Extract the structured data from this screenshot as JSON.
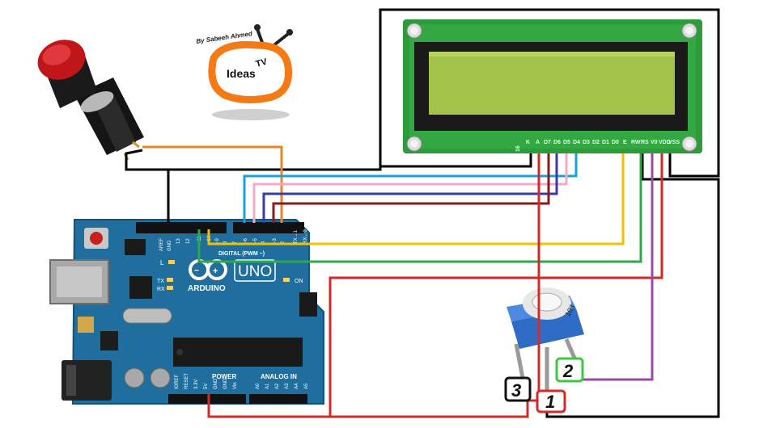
{
  "logo": {
    "byline": "By Sabeeh Ahmed",
    "word_main": "Ideas",
    "word_tv": "TV"
  },
  "arduino": {
    "brand": "ARDUINO",
    "model": "UNO",
    "digital_header": "DIGITAL (PWM ~)",
    "power_header": "POWER",
    "analog_header": "ANALOG IN",
    "led_l": "L",
    "led_tx": "TX",
    "led_rx": "RX",
    "led_on": "ON",
    "aref": "AREF",
    "gnd": "GND",
    "digital_pins": [
      "13",
      "12",
      "~11",
      "~10",
      "~9",
      "8",
      "7",
      "~6",
      "~5",
      "4",
      "~3",
      "2",
      "TX→1",
      "RX←0"
    ],
    "power_pins": [
      "IOREF",
      "RESET",
      "3.3V",
      "5V",
      "GND",
      "GND",
      "Vin"
    ],
    "analog_pins": [
      "A0",
      "A1",
      "A2",
      "A3",
      "A4",
      "A5"
    ]
  },
  "lcd": {
    "pin_labels": [
      "16",
      "K",
      "A",
      "D7",
      "D6",
      "D5",
      "D4",
      "D3",
      "D2",
      "D1",
      "D0",
      "E",
      "RW",
      "RS",
      "V0",
      "VDD",
      "VSS"
    ]
  },
  "potentiometer": {
    "label_1": "1",
    "label_2": "2",
    "label_3": "3",
    "body_text": "103"
  },
  "colors": {
    "wire_black": "#000000",
    "wire_orange": "#e8862a",
    "wire_cyan": "#1ba0d8",
    "wire_pink": "#f3a9c8",
    "wire_blue": "#3a3aa8",
    "wire_darkred": "#8b1a1a",
    "wire_yellow": "#f2c200",
    "wire_green": "#2fa84a",
    "wire_red": "#d42a2a",
    "wire_purple": "#9b49a8",
    "board": "#1f6e9e",
    "lcd_pcb": "#2c9c3a",
    "lcd_screen": "#a3c24a"
  }
}
